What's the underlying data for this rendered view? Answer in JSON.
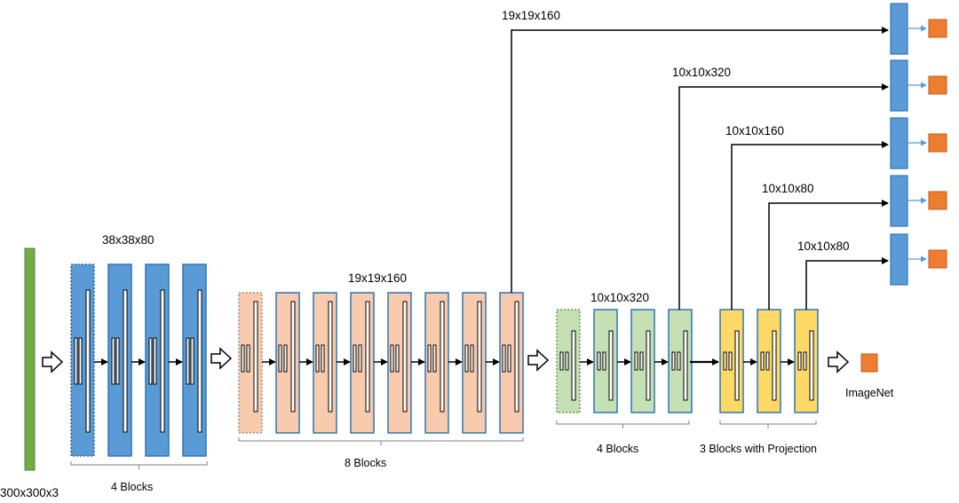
{
  "colors": {
    "input": "#70ad47",
    "stage1": "#5b9bd5",
    "stage2": "#f8cbad",
    "stage3": "#c5e0b4",
    "stage4": "#ffd966",
    "block_border": "#2e75b6",
    "head_block": "#5b9bd5",
    "head_output": "#ed7d31",
    "head_arrow": "#5b9bd5",
    "line": "#000000"
  },
  "input": {
    "label": "300x300x3"
  },
  "stages": [
    {
      "id": "stage1",
      "blocks": 4,
      "dashed_first": true,
      "shape_label": "38x38x80",
      "group_label": "4 Blocks"
    },
    {
      "id": "stage2",
      "blocks": 8,
      "dashed_first": true,
      "shape_label": "19x19x160",
      "group_label": "8 Blocks"
    },
    {
      "id": "stage3",
      "blocks": 4,
      "dashed_first": true,
      "shape_label": "10x10x320",
      "group_label": "4 Blocks"
    },
    {
      "id": "stage4",
      "blocks": 3,
      "dashed_first": false,
      "shape_label": "",
      "group_label": "3 Blocks with Projection"
    }
  ],
  "taps": [
    {
      "label": "19x19x160"
    },
    {
      "label": "10x10x320"
    },
    {
      "label": "10x10x160"
    },
    {
      "label": "10x10x80"
    },
    {
      "label": "10x10x80"
    }
  ],
  "imagenet": {
    "label": "ImageNet"
  }
}
